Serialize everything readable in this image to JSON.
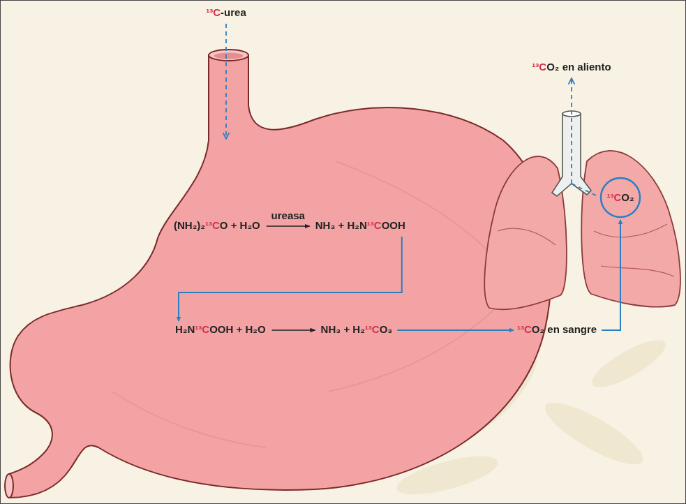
{
  "diagram": {
    "nodes": [
      {
        "text": [
          "¹³CO₂"
        ]
      }
    ],
    "labels": [
      "¹³C-urea",
      "¹³CO₂ en aliento",
      "(NH₂)₂¹³CO + H₂O",
      "ureasa",
      "NH₃ + H₂N¹³COOH",
      "H₂N¹³COOH + H₂O",
      "NH₃ + H₂¹³CO₃",
      "¹³CO₂ en sangre"
    ]
  }
}
